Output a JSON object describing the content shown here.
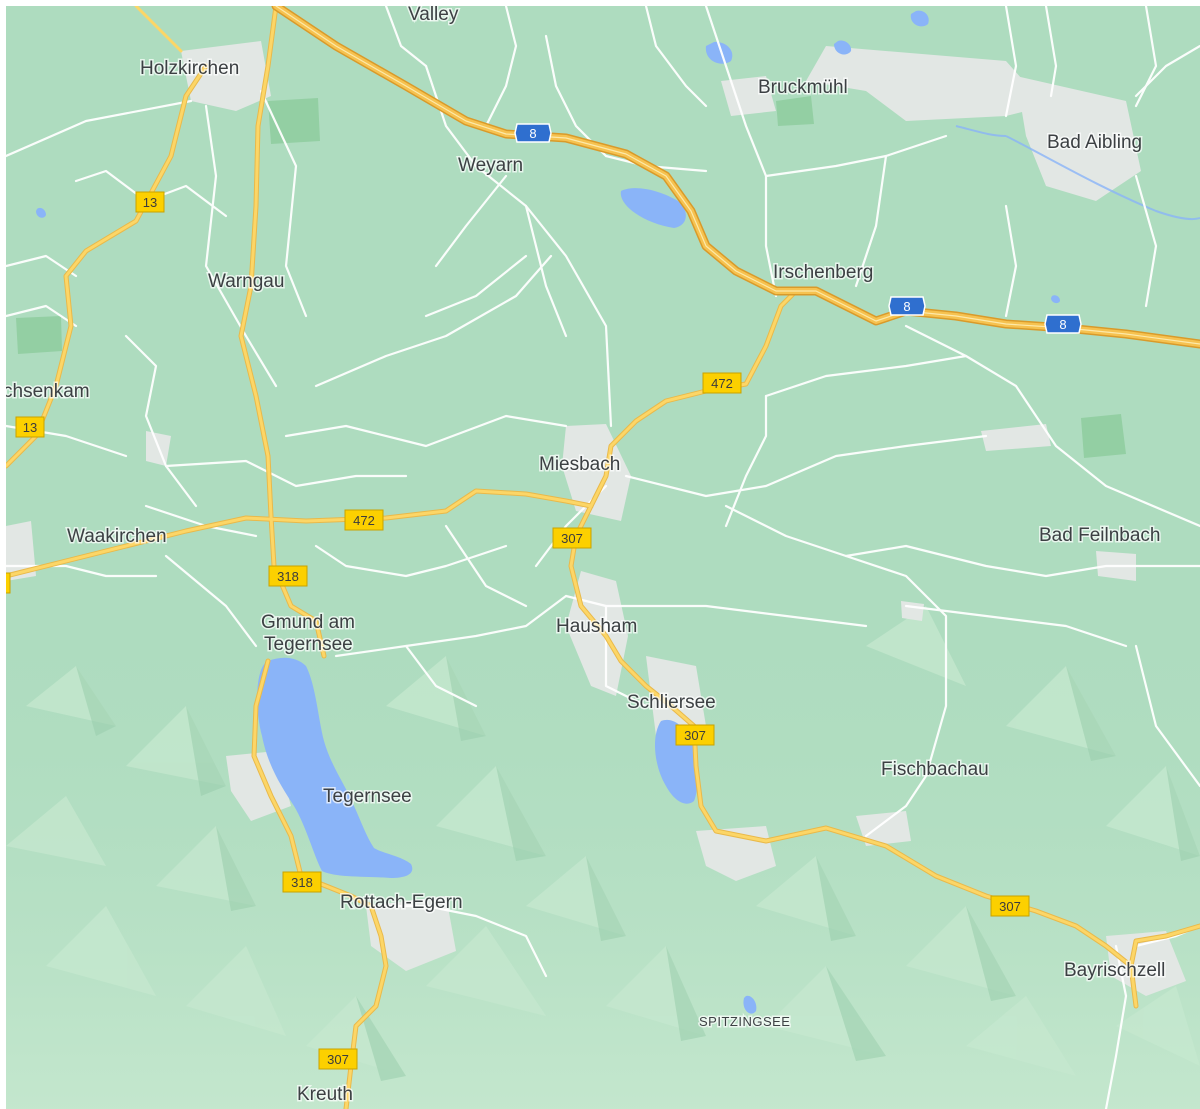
{
  "colors": {
    "land": "#aedcbf",
    "mountain_light": "#c6e8cf",
    "mountain_dark": "#9bcfae",
    "forest": "#93cfa3",
    "water": "#8ab4f8",
    "urban": "#e2e7e4",
    "road_minor": "#ffffff",
    "road_major": "#fcd667",
    "road_major_casing": "#e9b94a",
    "highway": "#f6c250",
    "highway_casing": "#d99a2a",
    "shield_yellow": "#fcd000",
    "shield_blue": "#2f6fcf",
    "label_text": "#3c4043"
  },
  "places": [
    {
      "id": "valley",
      "name": "Valley"
    },
    {
      "id": "holzkirchen",
      "name": "Holzkirchen"
    },
    {
      "id": "bruckmuehl",
      "name": "Bruckmühl"
    },
    {
      "id": "bad-aibling",
      "name": "Bad Aibling"
    },
    {
      "id": "weyarn",
      "name": "Weyarn"
    },
    {
      "id": "warngau",
      "name": "Warngau"
    },
    {
      "id": "irschenberg",
      "name": "Irschenberg"
    },
    {
      "id": "sachsenkam",
      "name": "chsenkam"
    },
    {
      "id": "miesbach",
      "name": "Miesbach"
    },
    {
      "id": "waakirchen",
      "name": "Waakirchen"
    },
    {
      "id": "bad-feilnbach",
      "name": "Bad Feilnbach"
    },
    {
      "id": "gmund-1",
      "name": "Gmund am"
    },
    {
      "id": "gmund-2",
      "name": "Tegernsee"
    },
    {
      "id": "hausham",
      "name": "Hausham"
    },
    {
      "id": "schliersee",
      "name": "Schliersee"
    },
    {
      "id": "fischbachau",
      "name": "Fischbachau"
    },
    {
      "id": "tegernsee",
      "name": "Tegernsee"
    },
    {
      "id": "rottach-egern",
      "name": "Rottach-Egern"
    },
    {
      "id": "bayrischzell",
      "name": "Bayrischzell"
    },
    {
      "id": "spitzingsee",
      "name": "SPITZINGSEE"
    },
    {
      "id": "kreuth",
      "name": "Kreuth"
    }
  ],
  "shields": [
    {
      "id": "a8-1",
      "number": "8",
      "type": "autobahn"
    },
    {
      "id": "a8-2",
      "number": "8",
      "type": "autobahn"
    },
    {
      "id": "a8-3",
      "number": "8",
      "type": "autobahn"
    },
    {
      "id": "b13-1",
      "number": "13",
      "type": "bundesstrasse"
    },
    {
      "id": "b13-2",
      "number": "13",
      "type": "bundesstrasse"
    },
    {
      "id": "b472-1",
      "number": "472",
      "type": "bundesstrasse"
    },
    {
      "id": "b472-2",
      "number": "472",
      "type": "bundesstrasse"
    },
    {
      "id": "b307-1",
      "number": "307",
      "type": "bundesstrasse"
    },
    {
      "id": "b307-2",
      "number": "307",
      "type": "bundesstrasse"
    },
    {
      "id": "b307-3",
      "number": "307",
      "type": "bundesstrasse"
    },
    {
      "id": "b307-4",
      "number": "307",
      "type": "bundesstrasse"
    },
    {
      "id": "b318-1",
      "number": "318",
      "type": "bundesstrasse"
    },
    {
      "id": "b318-2",
      "number": "318",
      "type": "bundesstrasse"
    }
  ]
}
